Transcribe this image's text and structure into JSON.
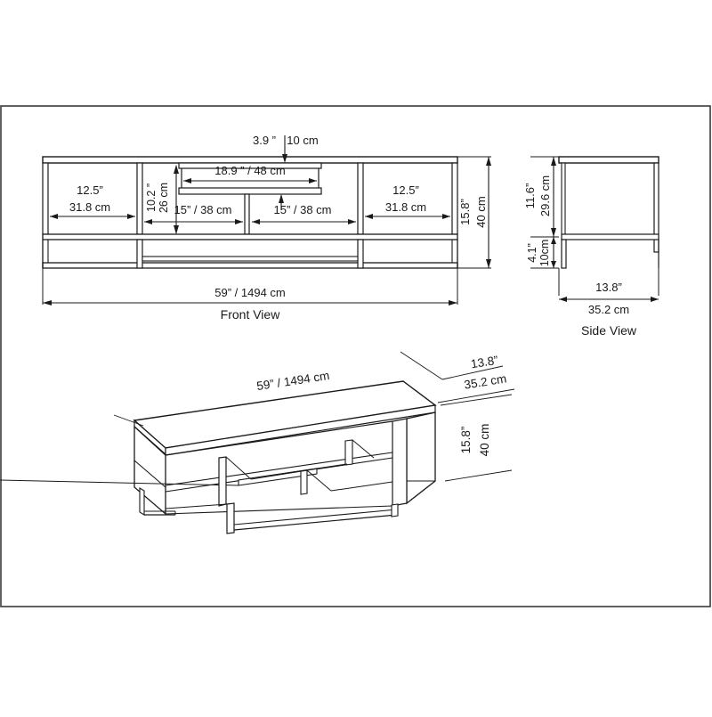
{
  "drawing": {
    "title": "TV Stand Technical Drawing",
    "frame_color": "#3a3a3a",
    "line_color": "#1a1a1a",
    "background": "#ffffff"
  },
  "front_view": {
    "label": "Front View",
    "overall_width": "59” / 1494 cm",
    "overall_height_in": "15.8”",
    "overall_height_cm": "40 cm",
    "left_compartment_in": "12.5”",
    "left_compartment_cm": "31.8 cm",
    "right_compartment_in": "12.5”",
    "right_compartment_cm": "31.8 cm",
    "shelf_thickness_in": "3.9 ”",
    "shelf_thickness_cm": "10 cm",
    "center_shelf_width": "18.9 ” / 48 cm",
    "bay_left_width": "15” / 38 cm",
    "bay_right_width": "15” / 38 cm",
    "inner_height_in": "10.2 ”",
    "inner_height_cm": "26 cm"
  },
  "side_view": {
    "label": "Side View",
    "depth_in": "13.8”",
    "depth_cm": "35.2 cm",
    "body_height_in": "11.6”",
    "body_height_cm": "29.6 cm",
    "leg_height_in": "4.1”",
    "leg_height_cm": "10cm"
  },
  "perspective_view": {
    "width_label": "59” / 1494 cm",
    "depth_in": "13.8”",
    "depth_cm": "35.2 cm",
    "height_in": "15.8”",
    "height_cm": "40 cm"
  }
}
